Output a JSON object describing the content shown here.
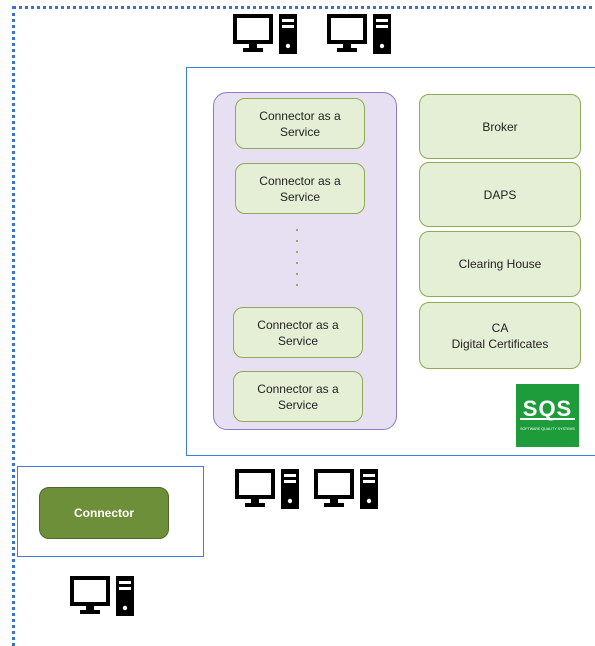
{
  "caas": {
    "items": [
      {
        "label": "Connector as a\nService"
      },
      {
        "label": "Connector as a\nService"
      },
      {
        "label": "Connector as a\nService"
      },
      {
        "label": "Connector as a\nService"
      }
    ]
  },
  "services": {
    "items": [
      {
        "label": "Broker"
      },
      {
        "label": "DAPS"
      },
      {
        "label": "Clearing House"
      },
      {
        "label": "CA\nDigital Certificates"
      }
    ]
  },
  "connector": {
    "label": "Connector"
  },
  "logo": {
    "text": "SQS",
    "subtitle": "SOFTWARE QUALITY SYSTEMS"
  },
  "colors": {
    "frame_blue": "#3b7dd8",
    "purple_fill": "#e6e0f2",
    "green_fill": "#e5efd6",
    "connector_green": "#6e8f3a",
    "logo_green": "#1e9c3b"
  },
  "icons": [
    "computer-icon"
  ]
}
